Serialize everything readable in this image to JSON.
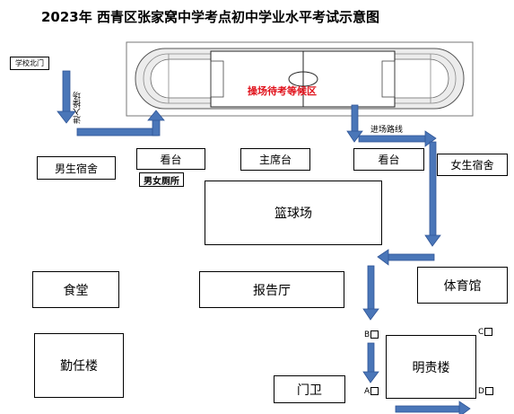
{
  "title": "2023年 西青区张家窝中学考点初中学业水平考试示意图",
  "labels": {
    "north_gate": "学校北门",
    "enter_field": "进入操场",
    "waiting_area": "操场待考等候区",
    "entry_route": "进场路线",
    "boys_dorm": "男生宿舍",
    "stand_left": "看台",
    "restroom": "男女厕所",
    "main_stand": "主席台",
    "stand_right": "看台",
    "girls_dorm": "女生宿舍",
    "basketball": "篮球场",
    "gym": "体育馆",
    "canteen": "食堂",
    "lecture_hall": "报告厅",
    "qinren_bldg": "勤任楼",
    "mingze_bldg": "明责楼",
    "guard": "门卫",
    "door_a": "A",
    "door_b": "B",
    "door_c": "C",
    "door_d": "D"
  },
  "colors": {
    "arrow": "#4a76b8",
    "arrow_edge": "#2f5597",
    "waiting_text": "#e0101a"
  }
}
